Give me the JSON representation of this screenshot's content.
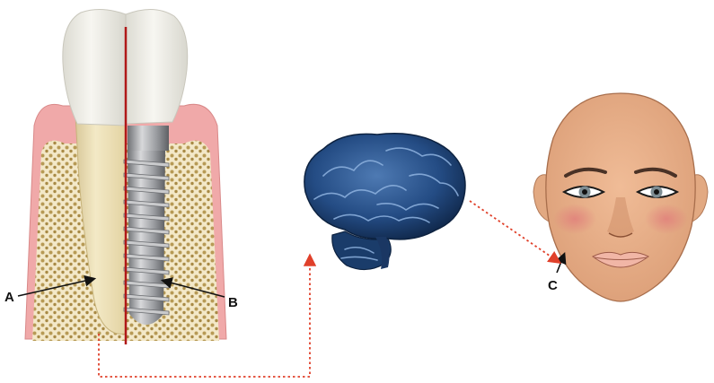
{
  "labels": {
    "a": "A",
    "b": "B",
    "c": "C"
  },
  "colors": {
    "connector": "#e0402a",
    "divider": "#b01818",
    "gum": "#f0a9a9",
    "bone": "#f2e6c4",
    "root": "#efe2b4",
    "enamel": "#ecebe4",
    "implant": "#9ea0a4",
    "brain": "#1e3f70",
    "skin": "#e7b089"
  },
  "icons": [
    "tooth-icon",
    "dental-implant-icon",
    "brain-icon",
    "face-icon"
  ]
}
